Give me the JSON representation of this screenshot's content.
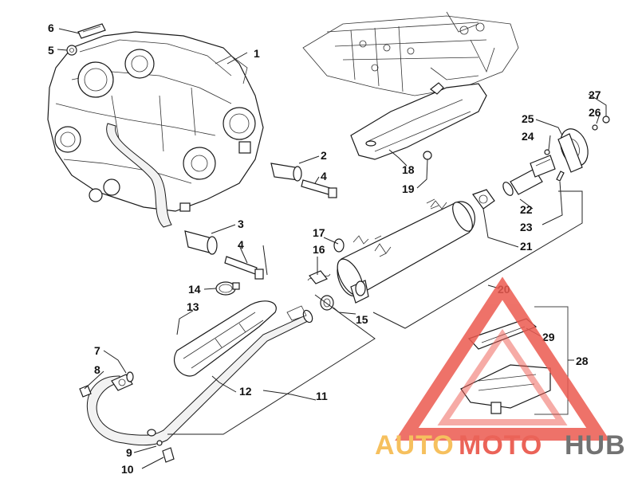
{
  "parts": [
    {
      "number": "1"
    },
    {
      "number": "2"
    },
    {
      "number": "3"
    },
    {
      "number": "4"
    },
    {
      "number": "4"
    },
    {
      "number": "5"
    },
    {
      "number": "6"
    },
    {
      "number": "7"
    },
    {
      "number": "8"
    },
    {
      "number": "9"
    },
    {
      "number": "10"
    },
    {
      "number": "11"
    },
    {
      "number": "12"
    },
    {
      "number": "13"
    },
    {
      "number": "14"
    },
    {
      "number": "15"
    },
    {
      "number": "16"
    },
    {
      "number": "17"
    },
    {
      "number": "18"
    },
    {
      "number": "19"
    },
    {
      "number": "20"
    },
    {
      "number": "21"
    },
    {
      "number": "22"
    },
    {
      "number": "23"
    },
    {
      "number": "24"
    },
    {
      "number": "25"
    },
    {
      "number": "26"
    },
    {
      "number": "27"
    },
    {
      "number": "28"
    },
    {
      "number": "29"
    }
  ],
  "watermark": {
    "word_part1": "AUTO",
    "word_part2": "MOTO",
    "word_part3": "HUB",
    "colors": {
      "auto": "#f5b642",
      "moto": "#e8483c",
      "hub": "#5a5a5a",
      "triangle": "#ec5a50"
    }
  }
}
